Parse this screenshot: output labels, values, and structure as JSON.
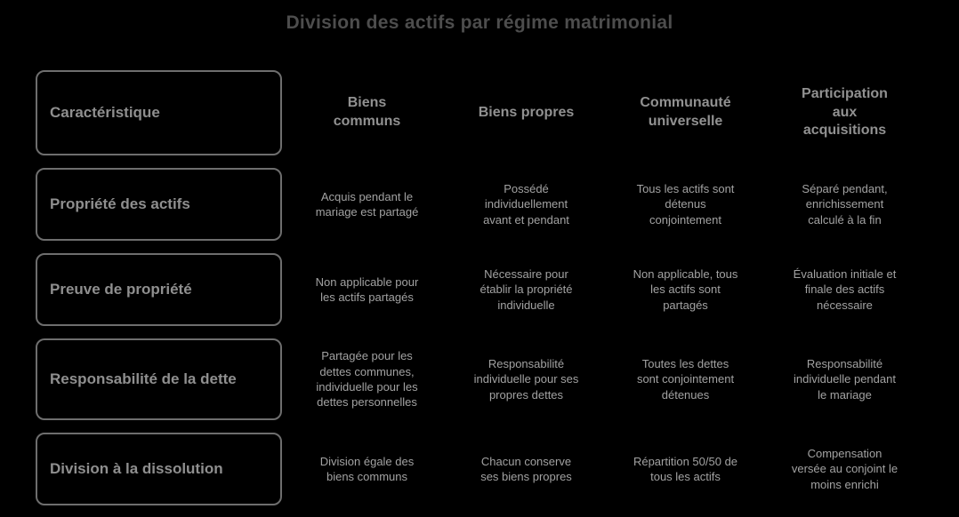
{
  "title": "Division des actifs par régime matrimonial",
  "colors": {
    "background": "#000000",
    "title_text": "#4d4d4d",
    "box_border": "#6e6e6e",
    "box_label_text": "#8f8f8f",
    "header_text": "#919191",
    "cell_text": "#a2a2a2"
  },
  "table": {
    "corner_label": "Caractéristique",
    "columns": [
      "Biens\ncommuns",
      "Biens propres",
      "Communauté\nuniverselle",
      "Participation\naux\nacquisitions"
    ],
    "rows": [
      {
        "label": "Propriété des actifs",
        "cells": [
          "Acquis pendant le\nmariage est partagé",
          "Possédé\nindividuellement\navant et pendant",
          "Tous les actifs sont\ndétenus\nconjointement",
          "Séparé pendant,\nenrichissement\ncalculé à la fin"
        ]
      },
      {
        "label": "Preuve de propriété",
        "cells": [
          "Non applicable pour\nles actifs partagés",
          "Nécessaire pour\nétablir la propriété\nindividuelle",
          "Non applicable, tous\nles actifs sont\npartagés",
          "Évaluation initiale et\nfinale des actifs\nnécessaire"
        ]
      },
      {
        "label": "Responsabilité de la dette",
        "cells": [
          "Partagée pour les\ndettes communes,\nindividuelle pour les\ndettes personnelles",
          "Responsabilité\nindividuelle pour ses\npropres dettes",
          "Toutes les dettes\nsont conjointement\ndétenues",
          "Responsabilité\nindividuelle pendant\nle mariage"
        ]
      },
      {
        "label": "Division à la dissolution",
        "cells": [
          "Division égale des\nbiens communs",
          "Chacun conserve\nses biens propres",
          "Répartition 50/50 de\ntous les actifs",
          "Compensation\nversée au conjoint le\nmoins enrichi"
        ]
      }
    ]
  }
}
